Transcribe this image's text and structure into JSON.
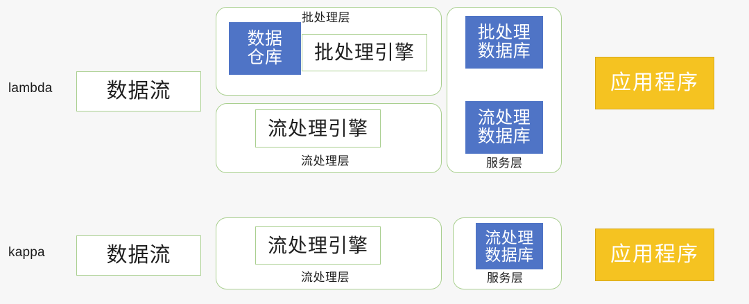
{
  "diagram": {
    "background_color": "#f7f7f7",
    "accent_green": "#a9cf8f",
    "accent_blue": "#4f74c6",
    "accent_yellow": "#f5c321",
    "rows": [
      {
        "id": "lambda",
        "label": "lambda",
        "source_box": "数据流",
        "batch_layer_caption": "批处理层",
        "batch_warehouse": {
          "line1": "数据",
          "line2": "仓库"
        },
        "batch_engine": "批处理引擎",
        "stream_layer_caption": "流处理层",
        "stream_engine": "流处理引擎",
        "serving_layer_caption": "服务层",
        "serving_batch_db": {
          "line1": "批处理",
          "line2": "数据库"
        },
        "serving_stream_db": {
          "line1": "流处理",
          "line2": "数据库"
        },
        "application": "应用程序"
      },
      {
        "id": "kappa",
        "label": "kappa",
        "source_box": "数据流",
        "stream_layer_caption": "流处理层",
        "stream_engine": "流处理引擎",
        "serving_layer_caption": "服务层",
        "serving_stream_db": {
          "line1": "流处理",
          "line2": "数据库"
        },
        "application": "应用程序"
      }
    ]
  }
}
